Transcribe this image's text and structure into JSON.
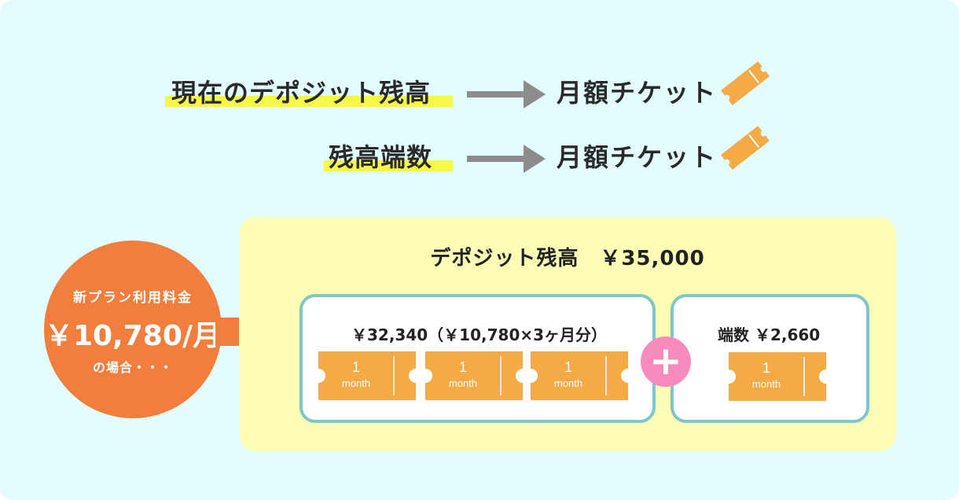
{
  "rows": [
    {
      "label": "現在のデポジット残高",
      "target": "月額チケット",
      "target_icon": "ticket-icon"
    },
    {
      "label": "残高端数",
      "target": "月額チケット",
      "target_icon": "ticket-icon"
    }
  ],
  "circle": {
    "line1": "新プラン利用料金",
    "amount": "￥10,780/月",
    "line3": "の場合・・・"
  },
  "panel": {
    "title": "デポジット残高　￥35,000",
    "left_box": {
      "title": "￥32,340（￥10,780×3ヶ月分）",
      "tickets": [
        {
          "num": "1",
          "unit": "month"
        },
        {
          "num": "1",
          "unit": "month"
        },
        {
          "num": "1",
          "unit": "month"
        }
      ]
    },
    "plus": "+",
    "right_box": {
      "title": "端数 ￥2,660",
      "tickets": [
        {
          "num": "1",
          "unit": "month"
        }
      ]
    }
  },
  "colors": {
    "background": "#e3fcfd",
    "highlight": "#f7f74a",
    "arrow_gray": "#8c8c8c",
    "ticket_orange": "#f4aa47",
    "circle_orange": "#f27e3e",
    "panel_yellow": "#fefdb5",
    "box_border": "#7cc7cc",
    "plus_pink": "#f78bbb"
  }
}
